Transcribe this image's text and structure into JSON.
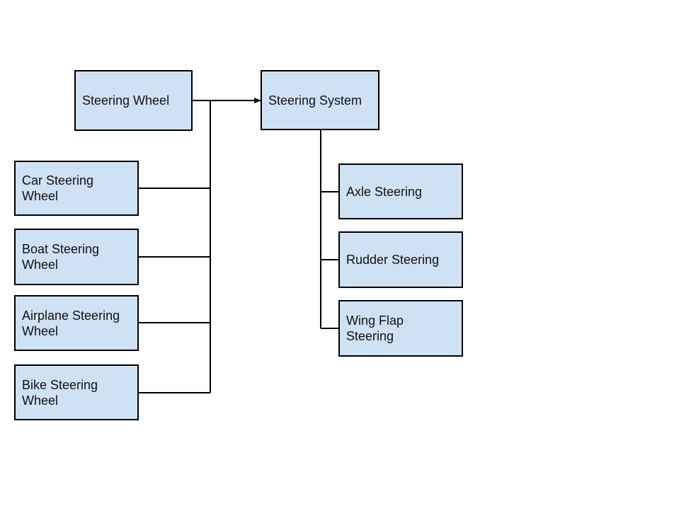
{
  "nodes": {
    "steering_wheel": "Steering Wheel",
    "steering_system": "Steering System",
    "car_steering_wheel": "Car Steering Wheel",
    "boat_steering_wheel": "Boat Steering Wheel",
    "airplane_steering_wheel": "Airplane Steering Wheel",
    "bike_steering_wheel": "Bike Steering Wheel",
    "axle_steering": "Axle Steering",
    "rudder_steering": "Rudder Steering",
    "wing_flap_steering": "Wing Flap Steering"
  },
  "colors": {
    "box_fill": "#cfe2f3",
    "box_border": "#000000",
    "connector": "#000000"
  },
  "edges": [
    {
      "from": "steering_wheel",
      "to": "steering_system",
      "type": "arrow"
    },
    {
      "from": "steering_wheel",
      "to": "car_steering_wheel",
      "type": "line"
    },
    {
      "from": "steering_wheel",
      "to": "boat_steering_wheel",
      "type": "line"
    },
    {
      "from": "steering_wheel",
      "to": "airplane_steering_wheel",
      "type": "line"
    },
    {
      "from": "steering_wheel",
      "to": "bike_steering_wheel",
      "type": "line"
    },
    {
      "from": "steering_system",
      "to": "axle_steering",
      "type": "line"
    },
    {
      "from": "steering_system",
      "to": "rudder_steering",
      "type": "line"
    },
    {
      "from": "steering_system",
      "to": "wing_flap_steering",
      "type": "line"
    }
  ]
}
